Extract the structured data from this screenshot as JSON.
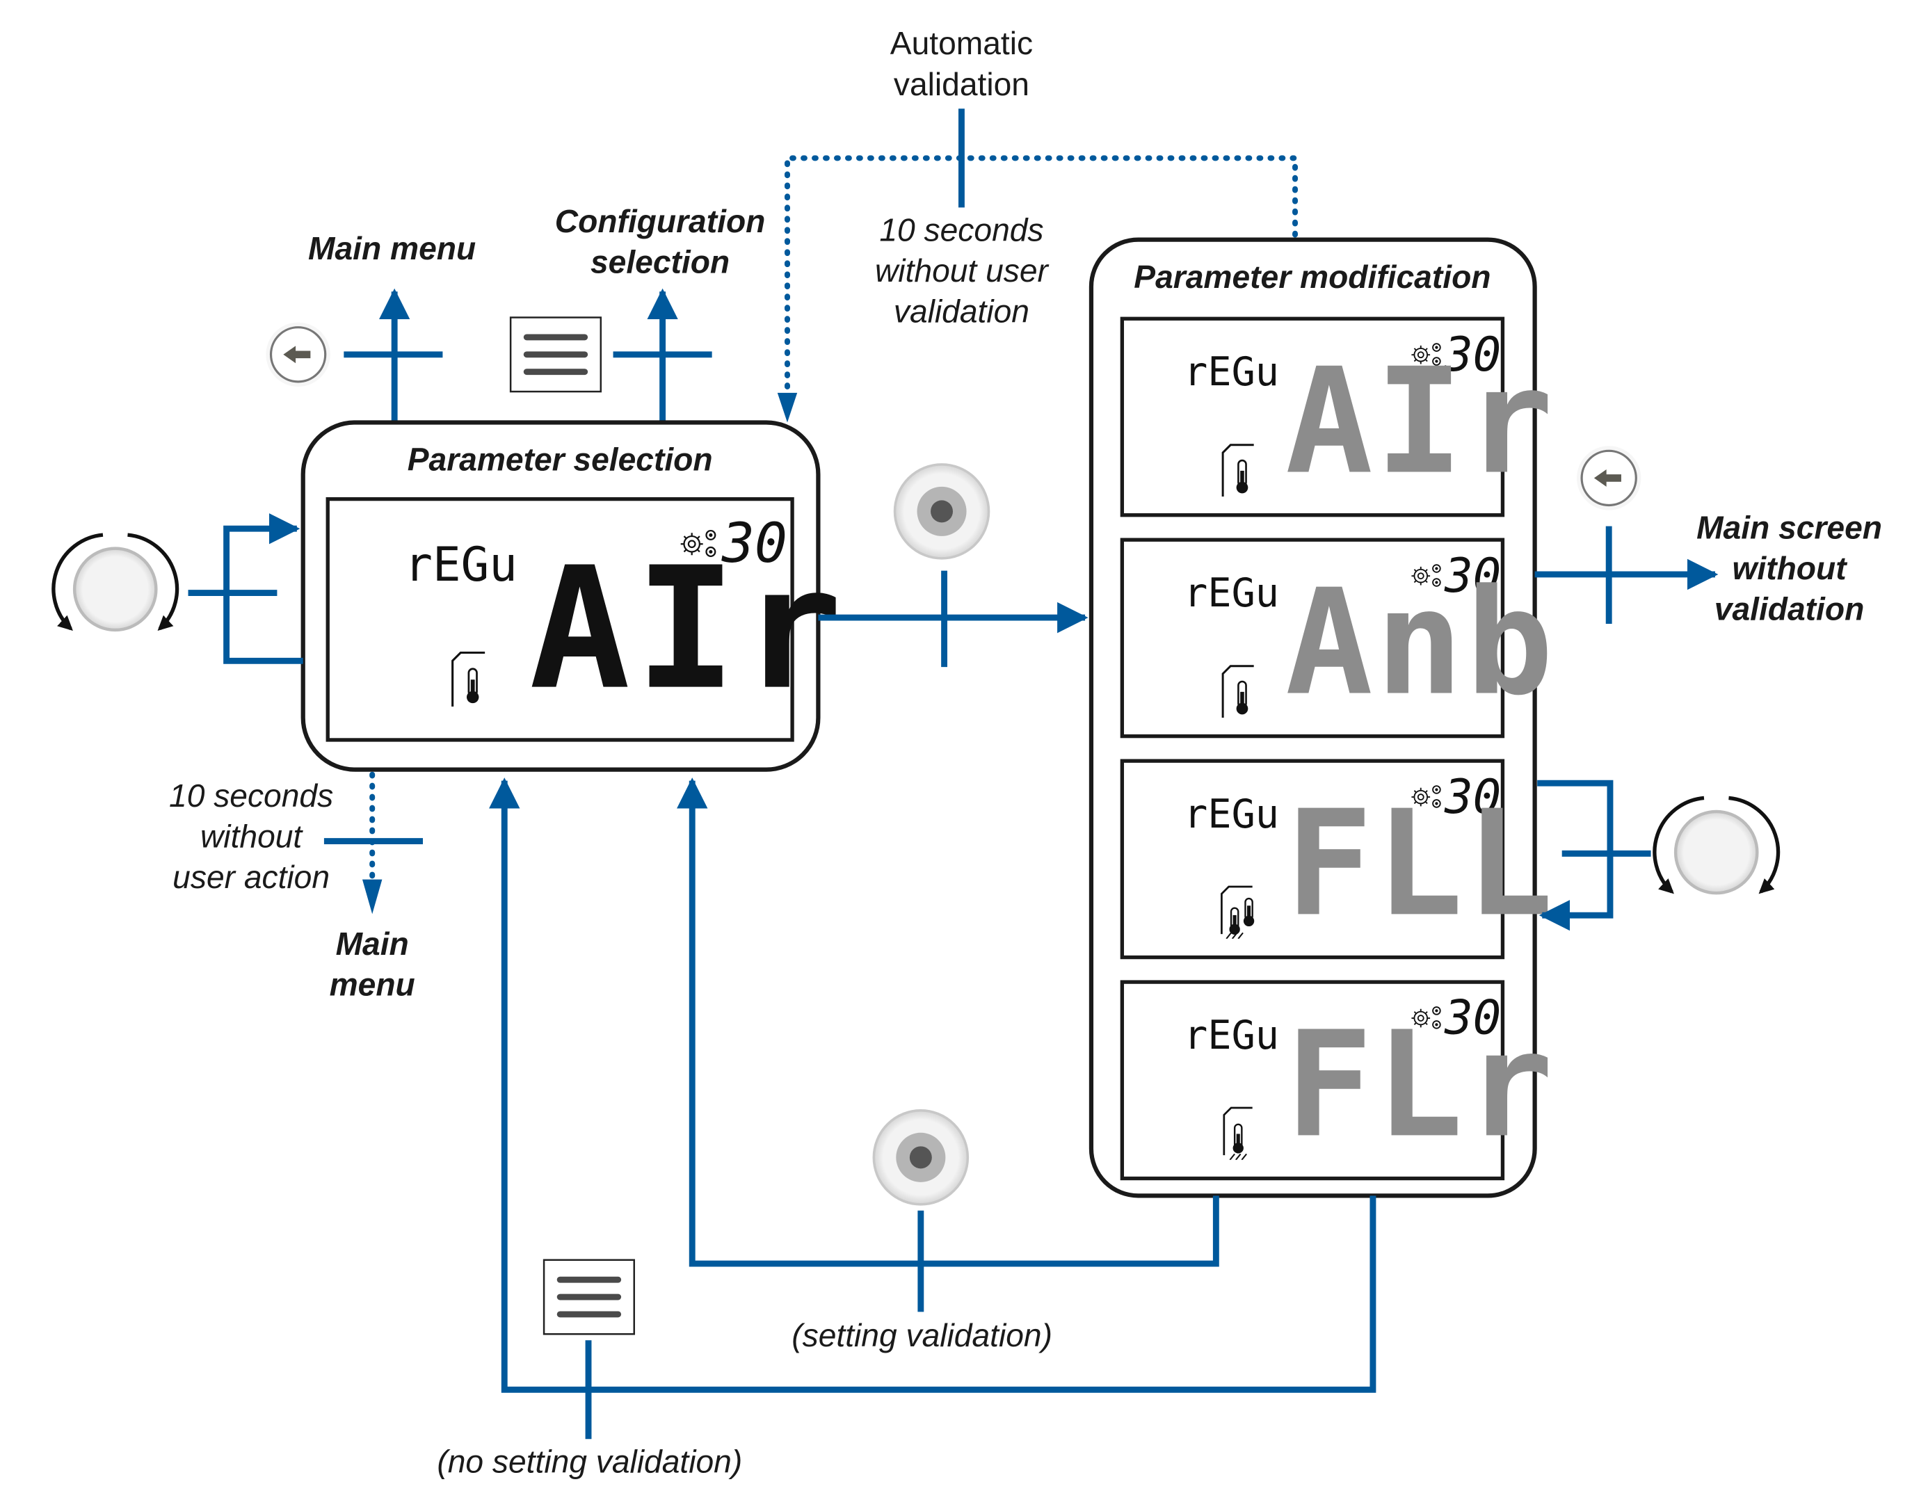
{
  "colors": {
    "flow_blue": "#00599C",
    "lcd_active": "#111111",
    "lcd_inactive": "#8C8C8C",
    "box_stroke": "#1a1a1a",
    "button_face": "#F2F2F2",
    "button_ring": "#BBBBBB"
  },
  "labels": {
    "automatic_validation": [
      "Automatic",
      "validation"
    ],
    "ten_seconds_without_user_validation": [
      "10 seconds",
      "without user",
      "validation"
    ],
    "main_menu_top": "Main menu",
    "configuration_selection": [
      "Configuration",
      "selection"
    ],
    "ten_seconds_without_user_action": [
      "10 seconds",
      "without",
      "user action"
    ],
    "main_menu_bottom": [
      "Main",
      "menu"
    ],
    "main_screen_without_validation": [
      "Main screen",
      "without",
      "validation"
    ],
    "setting_validation": "(setting validation)",
    "no_setting_validation": "(no setting validation)"
  },
  "parameter_selection": {
    "title": "Parameter selection",
    "screen": {
      "mode": "rEGu",
      "code": "30",
      "value": "AIr",
      "sensor_icon": "room-thermometer-icon",
      "value_state": "active"
    }
  },
  "parameter_modification": {
    "title": "Parameter modification",
    "screens": [
      {
        "mode": "rEGu",
        "code": "30",
        "value": "AIr",
        "sensor_icon": "room-thermometer-icon",
        "value_state": "blinking"
      },
      {
        "mode": "rEGu",
        "code": "30",
        "value": "Anb",
        "sensor_icon": "ambient-thermometer-icon",
        "value_state": "blinking"
      },
      {
        "mode": "rEGu",
        "code": "30",
        "value": "FLL",
        "sensor_icon": "floor-limit-thermometer-icon",
        "value_state": "blinking"
      },
      {
        "mode": "rEGu",
        "code": "30",
        "value": "FLr",
        "sensor_icon": "floor-thermometer-icon",
        "value_state": "blinking"
      }
    ]
  },
  "icons": {
    "back_button": "back-arrow-icon",
    "menu_button": "menu-hamburger-icon",
    "ok_button": "ok-push-button-icon",
    "rotary_knob": "rotary-knob-icon",
    "settings": "gears-icon"
  }
}
